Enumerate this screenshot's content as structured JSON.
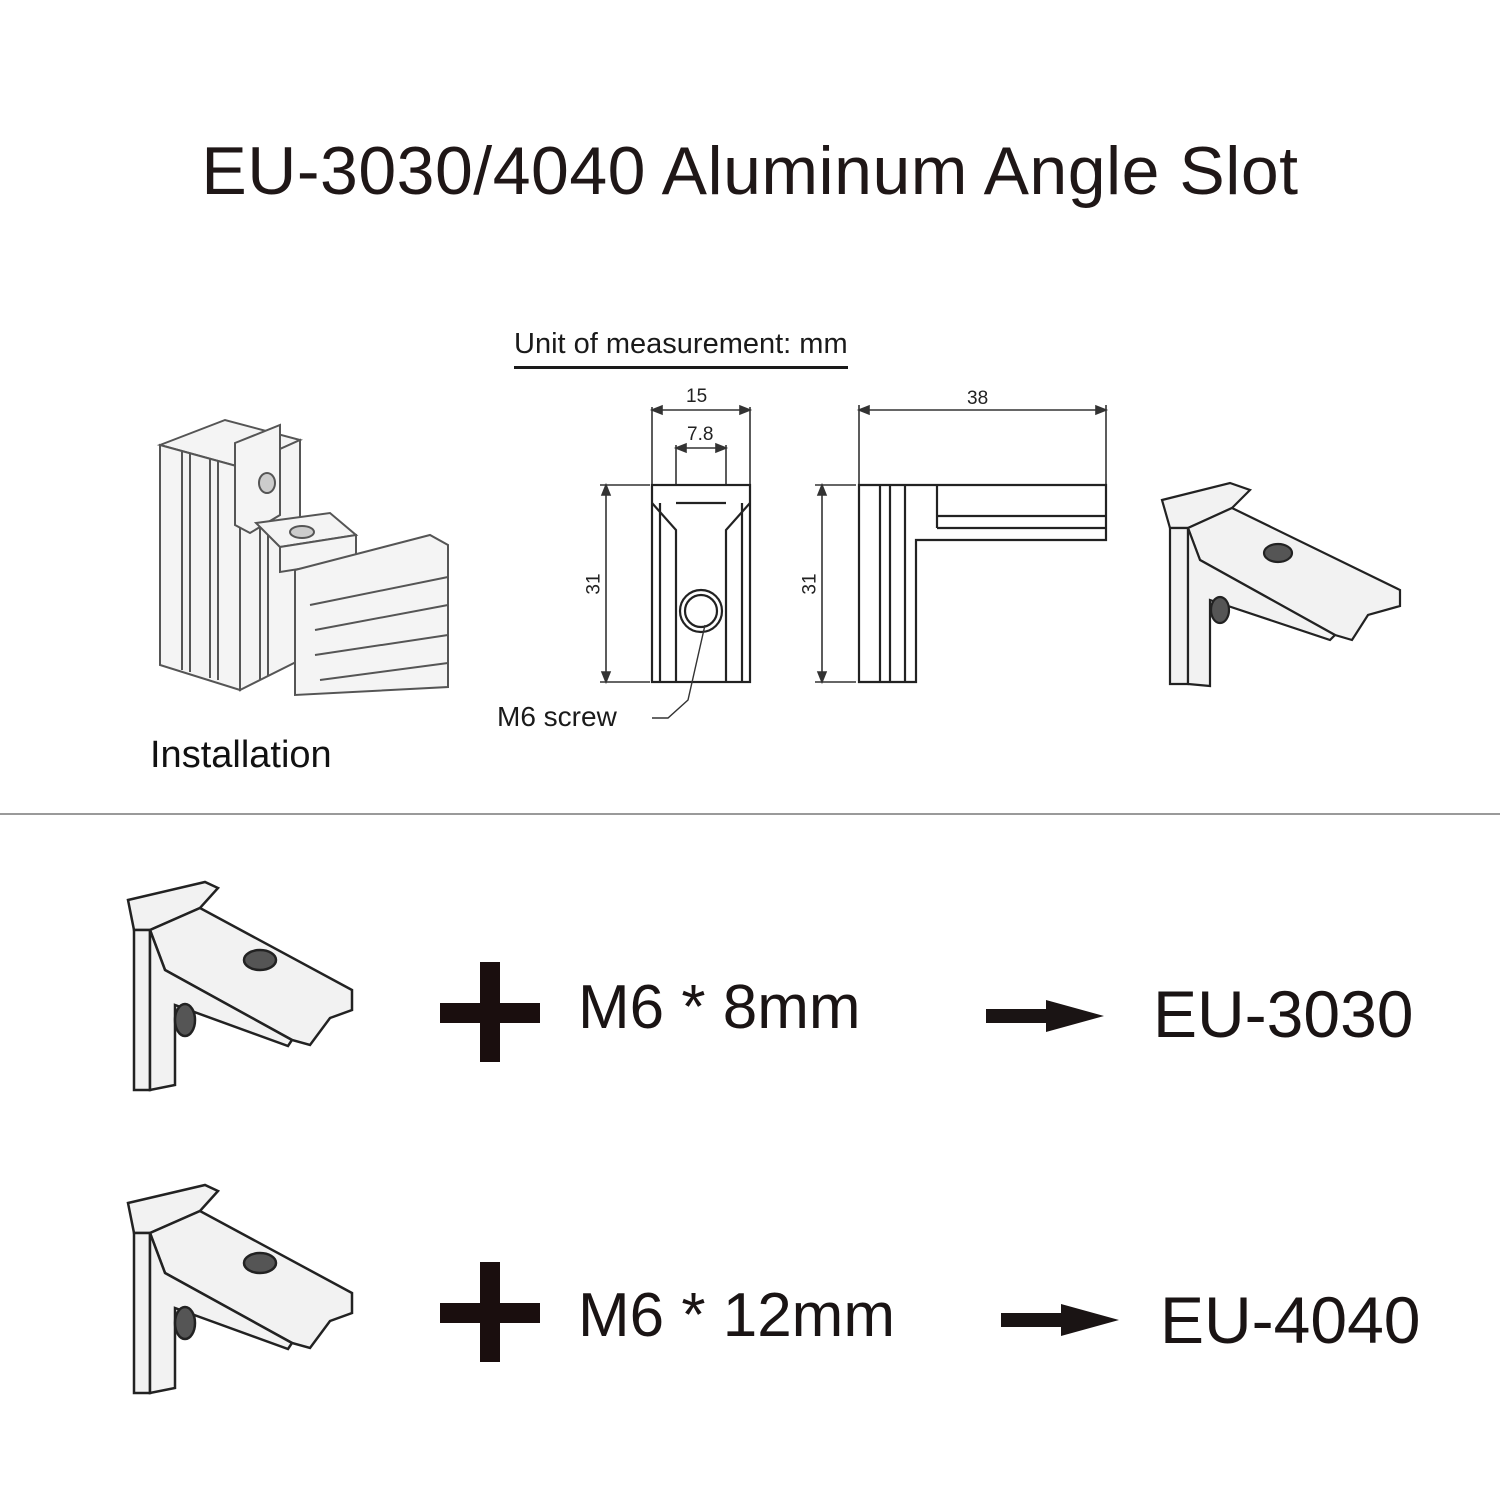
{
  "title": "EU-3030/4040 Aluminum Angle Slot",
  "unit_label": "Unit of measurement: mm",
  "installation_label": "Installation",
  "screw_label": "M6 screw",
  "dimensions": {
    "front_width": "15",
    "slot_width": "7.8",
    "front_height": "31",
    "side_length": "38",
    "side_height": "31"
  },
  "combos": [
    {
      "screw": "M6 * 8mm",
      "result": "EU-3030"
    },
    {
      "screw": "M6 * 12mm",
      "result": "EU-4040"
    }
  ],
  "colors": {
    "text": "#1a1414",
    "line": "#222222",
    "divider": "#9a9a9a"
  }
}
